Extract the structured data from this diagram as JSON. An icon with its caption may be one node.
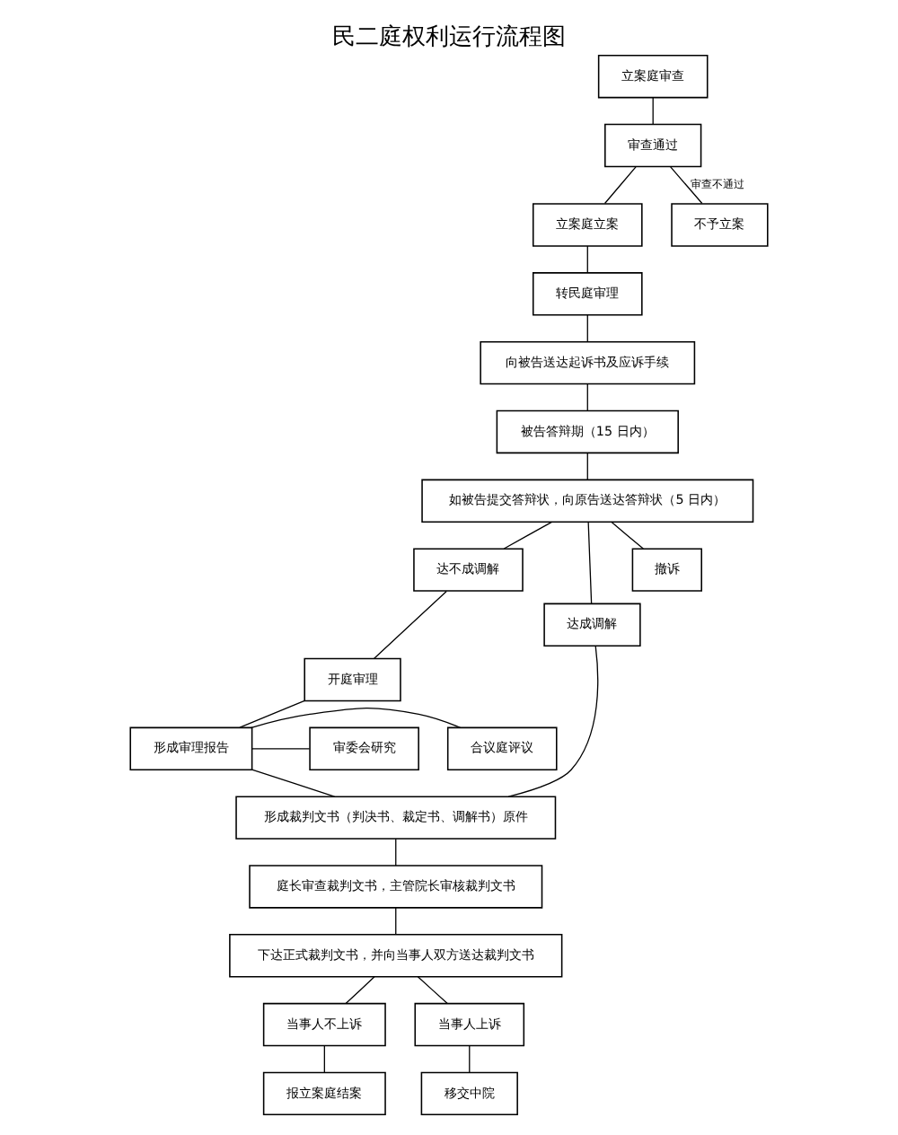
{
  "diagram": {
    "title": "民二庭权利运行流程图",
    "nodes": [
      {
        "text": [
          "立案庭审查"
        ]
      },
      {
        "text": [
          "审查通过"
        ]
      },
      {
        "text": [
          "立案庭立案"
        ]
      },
      {
        "text": [
          "不予立案"
        ]
      },
      {
        "text": [
          "转民庭审理"
        ]
      },
      {
        "text": [
          "向被告送达起诉书及应诉手续"
        ]
      },
      {
        "text": [
          "被告答辩期（15 日内）"
        ]
      },
      {
        "text": [
          "如被告提交答辩状，向原告送达答辩状（5 日内）"
        ]
      },
      {
        "text": [
          "达不成调解"
        ]
      },
      {
        "text": [
          "达成调解"
        ]
      },
      {
        "text": [
          "撤诉"
        ]
      },
      {
        "text": [
          "开庭审理"
        ]
      },
      {
        "text": [
          "合议庭评议"
        ]
      },
      {
        "text": [
          "形成审理报告"
        ]
      },
      {
        "text": [
          "审委会研究"
        ]
      },
      {
        "text": [
          "形成裁判文书（判决书、裁定书、调解书）原件"
        ]
      },
      {
        "text": [
          "庭长审查裁判文书，主管院长审核裁判文书"
        ]
      },
      {
        "text": [
          "下达正式裁判文书，并向当事人双方送达裁判文书"
        ]
      },
      {
        "text": [
          "当事人不上诉"
        ]
      },
      {
        "text": [
          "当事人上诉"
        ]
      },
      {
        "text": [
          "报立案庭结案"
        ]
      },
      {
        "text": [
          "移交中院"
        ]
      }
    ],
    "edges": [
      {
        "from": 0,
        "to": 1,
        "arrow": "none"
      },
      {
        "from": 1,
        "to": 2,
        "arrow": "none"
      },
      {
        "from": 1,
        "to": 3,
        "arrow": "none",
        "label": "审查不通过"
      },
      {
        "from": 2,
        "to": 4,
        "arrow": "none"
      },
      {
        "from": 4,
        "to": 5,
        "arrow": "none"
      },
      {
        "from": 5,
        "to": 6,
        "arrow": "none"
      },
      {
        "from": 6,
        "to": 7,
        "arrow": "none"
      },
      {
        "from": 7,
        "to": 8,
        "arrow": "none"
      },
      {
        "from": 7,
        "to": 9,
        "arrow": "none"
      },
      {
        "from": 7,
        "to": 10,
        "arrow": "none"
      },
      {
        "from": 8,
        "to": 11,
        "arrow": "none"
      },
      {
        "from": 11,
        "to": 13,
        "arrow": "none"
      },
      {
        "from": 13,
        "to": 12,
        "arrow": "none"
      },
      {
        "from": 13,
        "to": 14,
        "arrow": "none"
      },
      {
        "from": 13,
        "to": 15,
        "arrow": "none"
      },
      {
        "from": 9,
        "to": 15,
        "arrow": "none"
      },
      {
        "from": 15,
        "to": 16,
        "arrow": "none"
      },
      {
        "from": 16,
        "to": 17,
        "arrow": "none"
      },
      {
        "from": 17,
        "to": 18,
        "arrow": "none"
      },
      {
        "from": 17,
        "to": 19,
        "arrow": "none"
      },
      {
        "from": 18,
        "to": 20,
        "arrow": "none"
      },
      {
        "from": 19,
        "to": 21,
        "arrow": "none"
      }
    ]
  }
}
